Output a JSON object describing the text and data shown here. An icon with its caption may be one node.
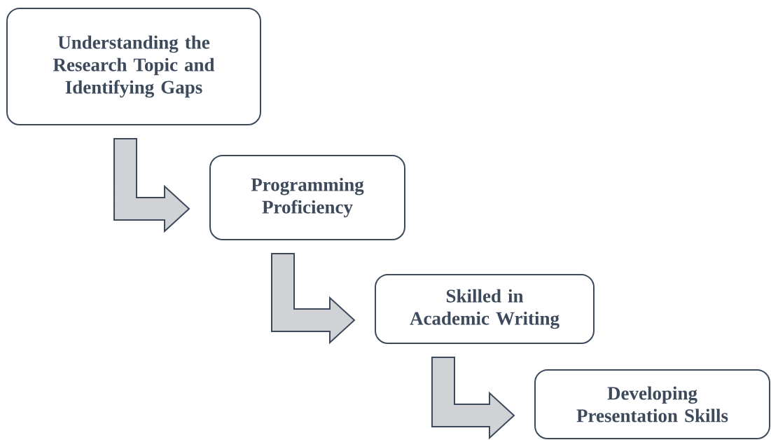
{
  "diagram": {
    "nodes": [
      {
        "text": [
          "Understanding the Research Topic and Identifying Gaps"
        ]
      },
      {
        "text": [
          "Programming Proficiency"
        ]
      },
      {
        "text": [
          "Skilled in Academic Writing"
        ]
      },
      {
        "text": [
          "Developing Presentation Skills"
        ]
      }
    ],
    "edges": [
      {
        "from": 0,
        "to": 1,
        "arrow": "to"
      },
      {
        "from": 1,
        "to": 2,
        "arrow": "to"
      },
      {
        "from": 2,
        "to": 3,
        "arrow": "to"
      }
    ]
  }
}
